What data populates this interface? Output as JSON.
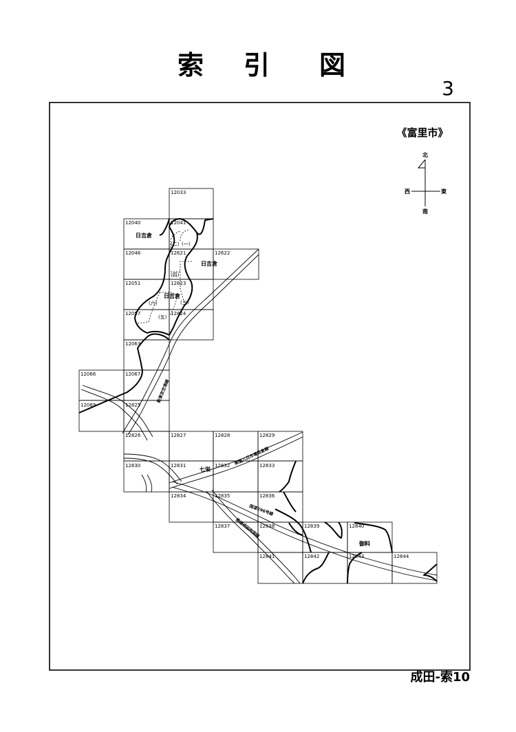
{
  "title": {
    "chars": [
      "索",
      "引",
      "図"
    ]
  },
  "page_number": "3",
  "footer": "成田-索10",
  "map": {
    "city": "《富里市》",
    "compass": {
      "north": "北",
      "south": "南",
      "east": "東",
      "west": "西"
    },
    "sheets": [
      "12033",
      "12040",
      "12041",
      "12046",
      "12621",
      "12622",
      "12051",
      "12823",
      "12057",
      "12824",
      "12063",
      "12066",
      "12067",
      "12069",
      "12825",
      "12826",
      "12827",
      "12828",
      "12829",
      "12830",
      "12831",
      "12832",
      "12833",
      "12834",
      "12835",
      "12836",
      "12837",
      "12838",
      "12839",
      "12840",
      "12841",
      "12842",
      "12843",
      "12844"
    ],
    "places": [
      "日吉倉",
      "日吉倉",
      "日吉倉",
      "七栄",
      "御料"
    ],
    "districts": [
      "(一)",
      "(二)",
      "(三)",
      "(四)",
      "(五)",
      "(六)"
    ],
    "roads": [
      "新東京空港線",
      "県道八日市場佐倉線",
      "国道296号線",
      "県道成田両国線"
    ]
  }
}
